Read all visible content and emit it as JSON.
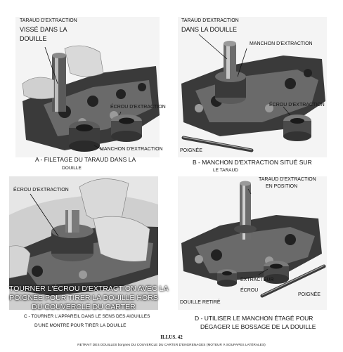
{
  "panels": {
    "a": {
      "label_tap_line1": "TARAUD D'EXTRACTION",
      "label_tap_line2": "VISSÉ DANS LA",
      "label_tap_line3": "DOUILLE",
      "label_nut": "ÉCROU D'EXTRACTION",
      "label_sleeve": "MANCHON D'EXTRACTION",
      "caption_line1": "A - FILETAGE DU TARAUD DANS LA",
      "caption_line2": "DOUILLE"
    },
    "b": {
      "label_tap_line1": "TARAUD D'EXTRACTION",
      "label_tap_line2": "DANS LA DOUILLE",
      "label_sleeve": "MANCHON D'EXTRACTION",
      "label_nut": "ÉCROU D'EXTRACTION",
      "label_handle": "POIGNÉE",
      "caption_line1": "B - MANCHON D'EXTRACTION SITUÉ SUR",
      "caption_line2": "LE TARAUD"
    },
    "c": {
      "label_nut": "ÉCROU D'EXTRACTION",
      "overlay_line1": "TOURNER L'ÉCROU D'EXTRACTION AVEC LA",
      "overlay_line2": "POIGNÉE POUR TIRER LA DOUILLE HORS",
      "overlay_line3": "DU COUVERCLE DU CARTER",
      "caption_line1": "C - TOURNER L'APPAREIL DANS LE SENS DES AIGUILLES",
      "caption_line2": "D'UNE MONTRE POUR TIRER LA DOUILLE"
    },
    "d": {
      "label_tap_line1": "TARAUD D'EXTRACTION",
      "label_tap_line2": "EN POSITION",
      "label_puller": "EXTRACTEUR",
      "label_nut": "ÉCROU",
      "label_handle": "POIGNÉE",
      "label_bushing": "DOUILLE RETIRÉ",
      "caption_line1": "D - UTILISER LE MANCHON ÉTAGÉ POUR",
      "caption_line2": "DÉGAGER LE BOSSAGE DE LA DOUILLE"
    }
  },
  "illustration_title": "ILLUS. 42",
  "footer": "RETRAIT DES DOUILLES borgnes DU COUVERCLE DU CARTER D'ENGRENAGES (MOTEUR À SOUPAPES LATÉRALES)"
}
